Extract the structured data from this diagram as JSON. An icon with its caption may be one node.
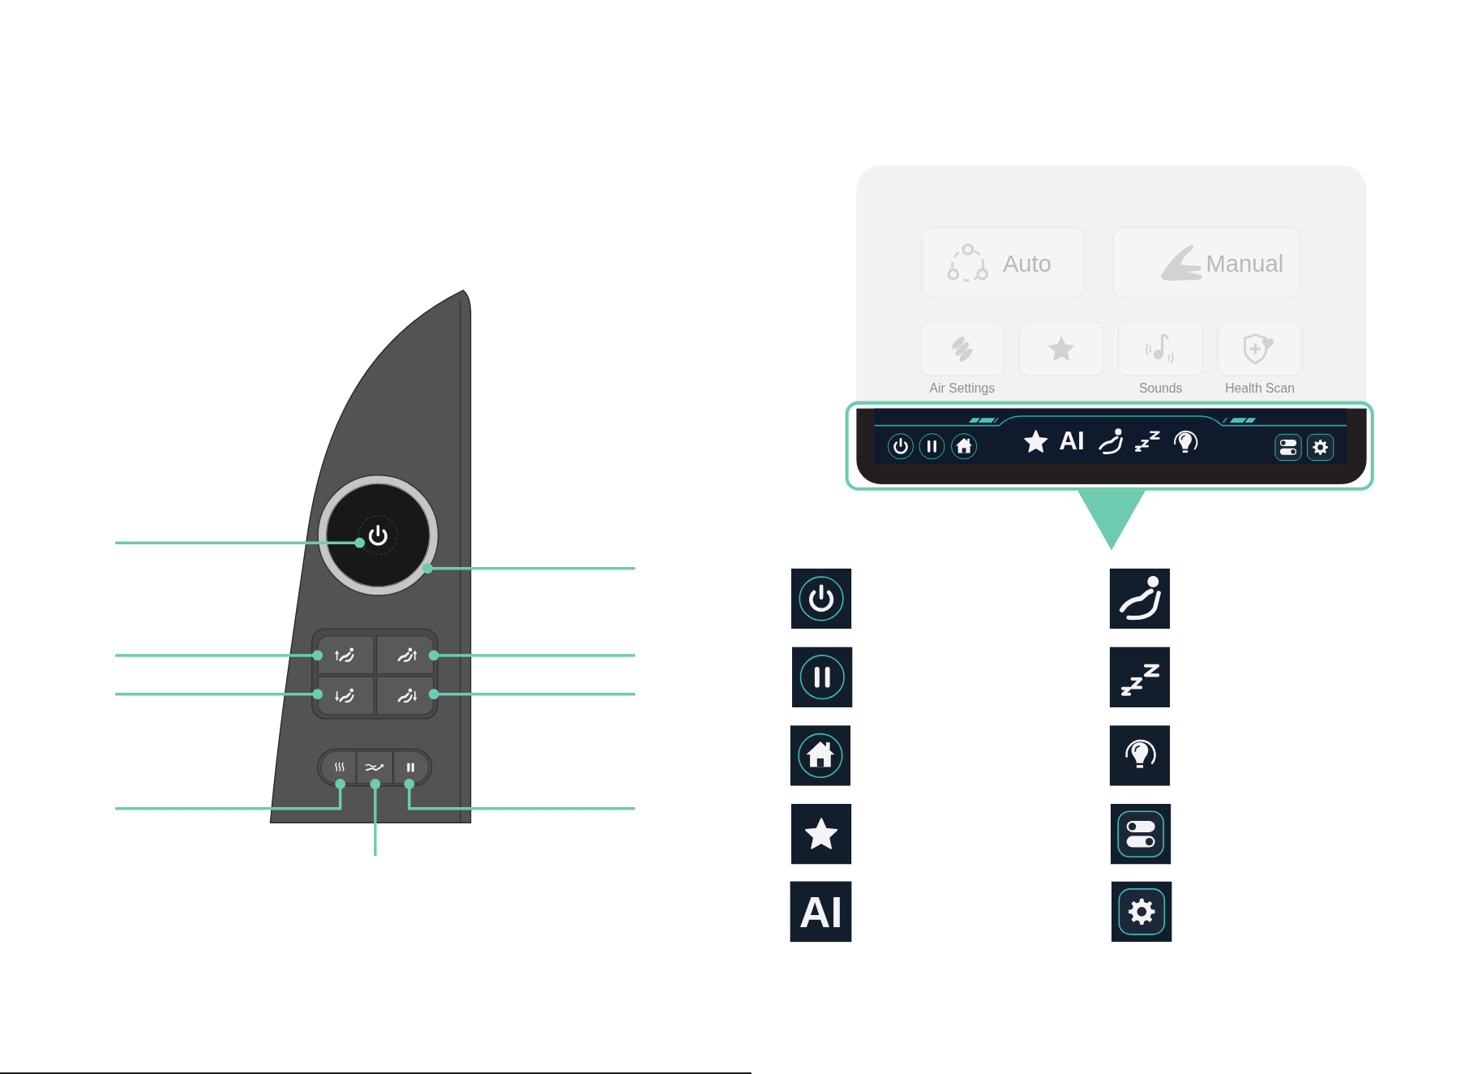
{
  "diagram": {
    "nodes": [
      {
        "text": [],
        "shape": "circle"
      },
      {
        "text": [],
        "shape": "circle",
        "in": 0
      },
      {
        "text": [],
        "shape": "box"
      },
      {
        "text": [],
        "shape": "box"
      },
      {
        "text": [],
        "shape": "box"
      },
      {
        "text": [],
        "shape": "box"
      },
      {
        "text": [],
        "shape": "box"
      },
      {
        "text": [],
        "shape": "box"
      },
      {
        "text": [],
        "shape": "box"
      },
      {
        "text": [],
        "shape": "box"
      },
      {
        "text": [
          "Auto"
        ],
        "in": 9
      },
      {
        "text": [
          "Manual"
        ],
        "in": 9
      },
      {
        "text": [
          "Air Settings"
        ],
        "in": 9
      },
      {
        "text": [],
        "shape": "box",
        "in": 9
      },
      {
        "text": [
          "Sounds"
        ],
        "in": 9
      },
      {
        "text": [
          "Health Scan"
        ],
        "in": 9
      }
    ],
    "edges": [
      {
        "from": null,
        "to": 1,
        "arrow": "other"
      },
      {
        "from": null,
        "to": 0,
        "arrow": "other"
      },
      {
        "from": null,
        "to": 2,
        "arrow": "other"
      },
      {
        "from": null,
        "to": 3,
        "arrow": "other"
      },
      {
        "from": null,
        "to": 4,
        "arrow": "other"
      },
      {
        "from": null,
        "to": 5,
        "arrow": "other"
      },
      {
        "from": null,
        "to": 6,
        "arrow": "other"
      },
      {
        "from": null,
        "to": 7,
        "arrow": "other"
      },
      {
        "from": null,
        "to": 8,
        "arrow": "other"
      }
    ],
    "labels": [
      "AI",
      "AI"
    ]
  }
}
